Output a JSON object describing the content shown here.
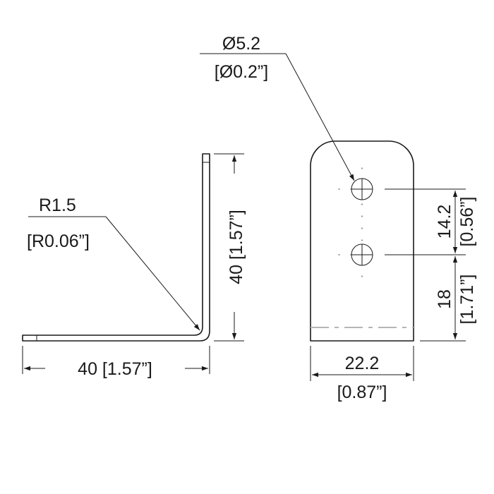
{
  "side_view": {
    "radius_metric": "R1.5",
    "radius_imperial": "[R0.06”]",
    "height_label": "40 [1.57”]",
    "length_label": "40 [1.57”]"
  },
  "front_view": {
    "hole_metric": "Ø5.2",
    "hole_imperial": "[Ø0.2”]",
    "spacing_metric": "14.2",
    "spacing_imperial": "[0.56”]",
    "edge_metric": "18",
    "edge_imperial": "[1.71”]",
    "width_metric": "22.2",
    "width_imperial": "[0.87”]"
  }
}
